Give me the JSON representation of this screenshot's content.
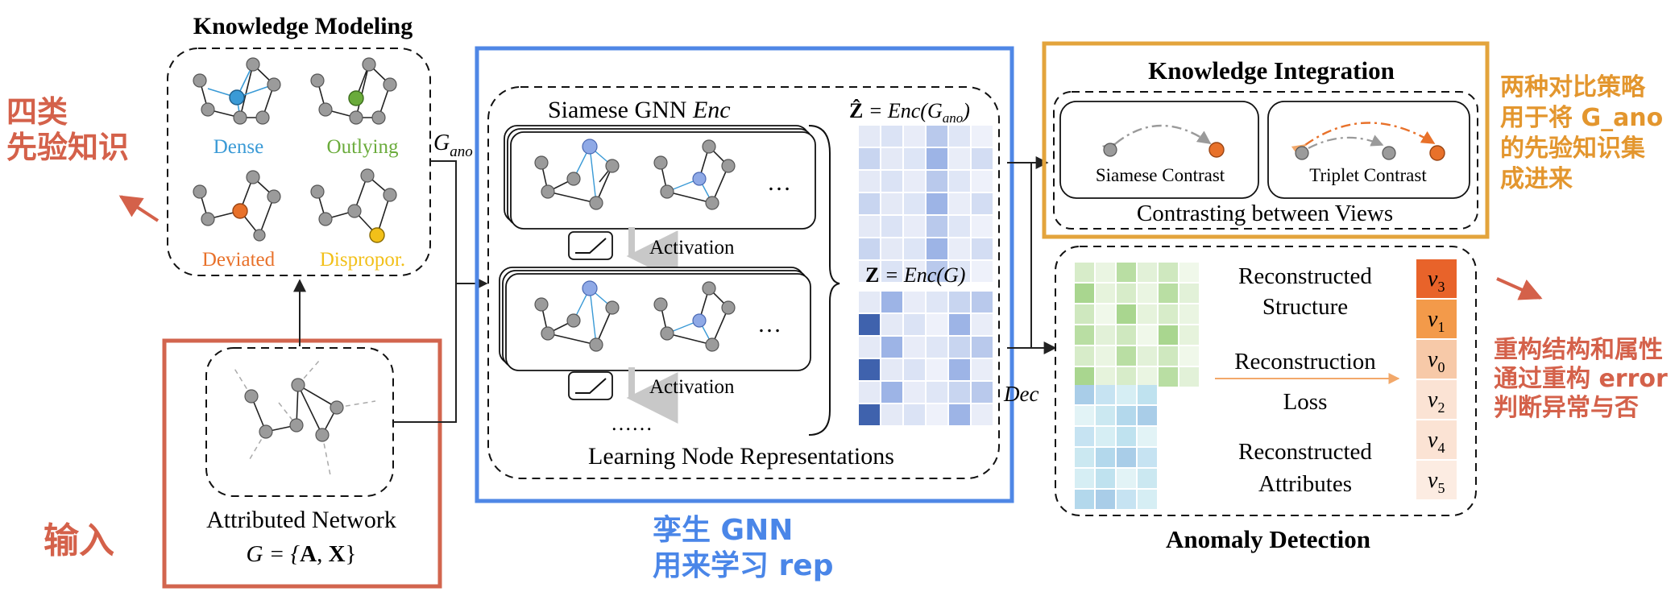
{
  "knowledge_modeling": {
    "title": "Knowledge Modeling",
    "dense": "Dense",
    "outlying": "Outlying",
    "deviated": "Deviated",
    "dispropor": "Dispropor.",
    "colors": {
      "dense": "#3a9ad6",
      "outlying": "#6aab3b",
      "deviated": "#e8712a",
      "dispropor": "#f2c019"
    }
  },
  "g_ano": {
    "base": "G",
    "sub": "ano"
  },
  "input_network": {
    "label": "Attributed Network",
    "formula_lhs": "G = {",
    "formula_a": "A",
    "formula_sep": ", ",
    "formula_x": "X",
    "formula_rhs": "}"
  },
  "annotations": {
    "prior_knowledge": [
      "四类",
      "先验知识"
    ],
    "input": "输入",
    "siamese_gnn": [
      "孪生 GNN",
      "用来学习 rep"
    ],
    "strategies": [
      "两种对比策略",
      "用于将 G_ano",
      "的先验知识集",
      "成进来"
    ],
    "reconstruction": [
      "重构结构和属性",
      "通过重构 error",
      "判断异常与否"
    ]
  },
  "encoder": {
    "title_text": "Siamese GNN ",
    "title_enc": "Enc",
    "activation1": "Activation",
    "activation2": "Activation",
    "ellipsis_top": "…",
    "ellipsis_mid": "…",
    "dots": "……",
    "bottom_label": "Learning Node Representations",
    "zhat_label": "Ẑ",
    "zhat_eq": " = Enc(",
    "zhat_g": "G",
    "zhat_sub": "ano",
    "zhat_close": ")",
    "z_label": "Z",
    "z_eq": " = Enc(G)"
  },
  "knowledge_integration": {
    "title": "Knowledge Integration",
    "siamese_contrast": "Siamese Contrast",
    "triplet_contrast": "Triplet Contrast",
    "contrasting": "Contrasting between Views"
  },
  "anomaly_detection": {
    "title": "Anomaly Detection",
    "dec_label": "Dec",
    "recon_structure": [
      "Reconstructed",
      "Structure"
    ],
    "recon_loss": [
      "Reconstruction",
      "Loss"
    ],
    "recon_attributes": [
      "Reconstructed",
      "Attributes"
    ],
    "ranking": [
      {
        "v": "v",
        "sub": "3",
        "color": "#e8632a"
      },
      {
        "v": "v",
        "sub": "1",
        "color": "#f39a4a"
      },
      {
        "v": "v",
        "sub": "0",
        "color": "#f7c9a8"
      },
      {
        "v": "v",
        "sub": "2",
        "color": "#fbe3d4"
      },
      {
        "v": "v",
        "sub": "4",
        "color": "#fbe3d4"
      },
      {
        "v": "v",
        "sub": "5",
        "color": "#fcece2"
      }
    ]
  },
  "colors": {
    "annotation_red": "#d4614a",
    "annotation_blue": "#4a86e8",
    "annotation_orange": "#e3962e",
    "frame_blue": "#4f87e6",
    "frame_orange": "#e3a43c",
    "frame_red": "#d2654e"
  }
}
